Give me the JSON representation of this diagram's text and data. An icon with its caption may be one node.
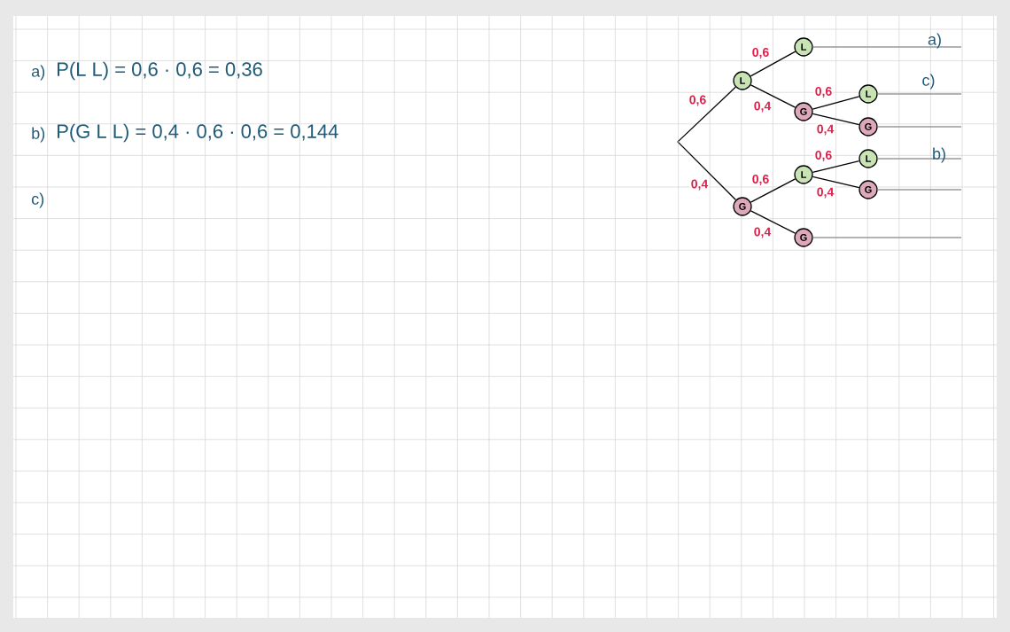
{
  "diagram": {
    "nodes": [
      {
        "text": [],
        "shape": "point"
      },
      {
        "text": [
          "L"
        ]
      },
      {
        "text": [
          "G"
        ]
      },
      {
        "text": [
          "L"
        ]
      },
      {
        "text": [
          "G"
        ]
      },
      {
        "text": [
          "L"
        ]
      },
      {
        "text": [
          "G"
        ]
      },
      {
        "text": [
          "L"
        ]
      },
      {
        "text": [
          "G"
        ]
      },
      {
        "text": [
          "L"
        ]
      },
      {
        "text": [
          "G"
        ]
      }
    ],
    "edges": [
      {
        "from": 0,
        "to": 1,
        "arrow": "none",
        "label": "0,6"
      },
      {
        "from": 0,
        "to": 2,
        "arrow": "none",
        "label": "0,4"
      },
      {
        "from": 1,
        "to": 3,
        "arrow": "none",
        "label": "0,6"
      },
      {
        "from": 1,
        "to": 4,
        "arrow": "none",
        "label": "0,4"
      },
      {
        "from": 2,
        "to": 5,
        "arrow": "none",
        "label": "0,6"
      },
      {
        "from": 2,
        "to": 6,
        "arrow": "none",
        "label": "0,4"
      },
      {
        "from": 4,
        "to": 7,
        "arrow": "none",
        "label": "0,6"
      },
      {
        "from": 4,
        "to": 8,
        "arrow": "none",
        "label": "0,4"
      },
      {
        "from": 5,
        "to": 9,
        "arrow": "none",
        "label": "0,6"
      },
      {
        "from": 5,
        "to": 10,
        "arrow": "none",
        "label": "0,4"
      },
      {
        "from": 3,
        "to": null,
        "arrow": "none",
        "color": "#9a9a9a"
      },
      {
        "from": 7,
        "to": null,
        "arrow": "none",
        "color": "#9a9a9a"
      },
      {
        "from": 8,
        "to": null,
        "arrow": "none",
        "color": "#9a9a9a"
      },
      {
        "from": 9,
        "to": null,
        "arrow": "none",
        "color": "#9a9a9a"
      },
      {
        "from": 10,
        "to": null,
        "arrow": "none",
        "color": "#9a9a9a"
      },
      {
        "from": 6,
        "to": null,
        "arrow": "none",
        "color": "#9a9a9a"
      }
    ],
    "labels": [
      "a)",
      "P(L L) = 0,6 · 0,6 = 0,36",
      "b)",
      "P(G L L) = 0,4 · 0,6 · 0,6 = 0,144",
      "c)",
      "a)",
      "c)",
      "b)"
    ]
  }
}
